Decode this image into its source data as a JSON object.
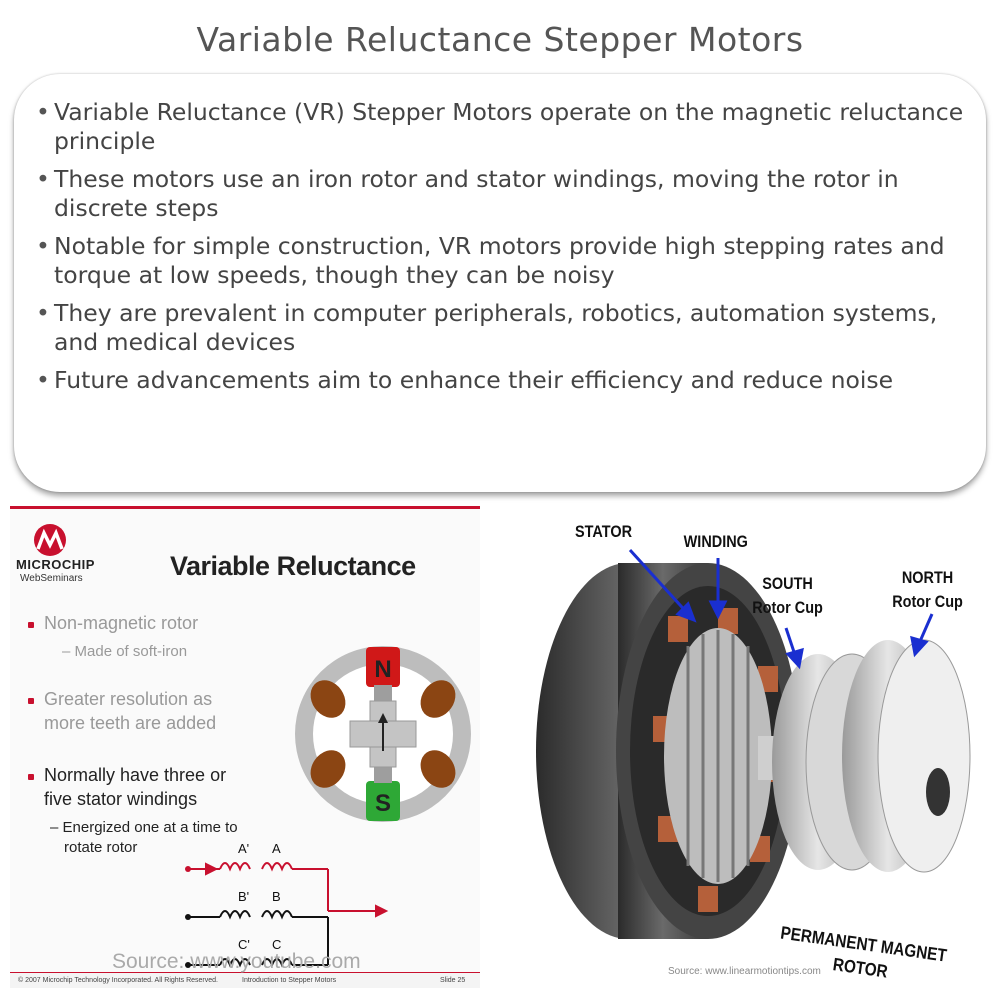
{
  "title": "Variable Reluctance Stepper Motors",
  "bullets": [
    "Variable Reluctance (VR) Stepper Motors operate on the magnetic reluctance principle",
    "These motors use an iron rotor and stator windings, moving the rotor in discrete steps",
    "Notable for simple construction, VR motors provide high stepping rates and torque at low speeds, though they can be noisy",
    "They are prevalent in computer peripherals, robotics, automation systems, and medical devices",
    "Future advancements aim to enhance their efficiency and reduce noise"
  ],
  "slide": {
    "logo": "MICROCHIP",
    "logo_sub": "WebSeminars",
    "title": "Variable Reluctance",
    "b1": "Non-magnetic rotor",
    "b1_sub": "– Made of soft-iron",
    "b2_l1": "Greater resolution as",
    "b2_l2": "more teeth are added",
    "b3_l1": "Normally have three or",
    "b3_l2": "five stator windings",
    "b3_sub1": "– Energized one at a time to",
    "b3_sub2": "rotate rotor",
    "pole_n": "N",
    "pole_s": "S",
    "coil_a1": "A'",
    "coil_a2": "A",
    "coil_b1": "B'",
    "coil_b2": "B",
    "coil_c1": "C'",
    "coil_c2": "C",
    "footer_left": "© 2007 Microchip Technology Incorporated. All Rights Reserved.",
    "footer_mid": "Introduction to Stepper Motors",
    "footer_right": "Slide 25"
  },
  "source_left": "Source: www.youtube.com",
  "motor": {
    "stator": "STATOR",
    "winding": "WINDING",
    "south_l1": "SOUTH",
    "south_l2": "Rotor Cup",
    "north_l1": "NORTH",
    "north_l2": "Rotor Cup",
    "pm_rotor": "PERMANENT MAGNET ROTOR"
  },
  "source_right": "Source: www.linearmotiontips.com",
  "colors": {
    "accent_red": "#c8102e",
    "arrow_blue": "#1a2fd0",
    "copper": "#a0522d"
  }
}
